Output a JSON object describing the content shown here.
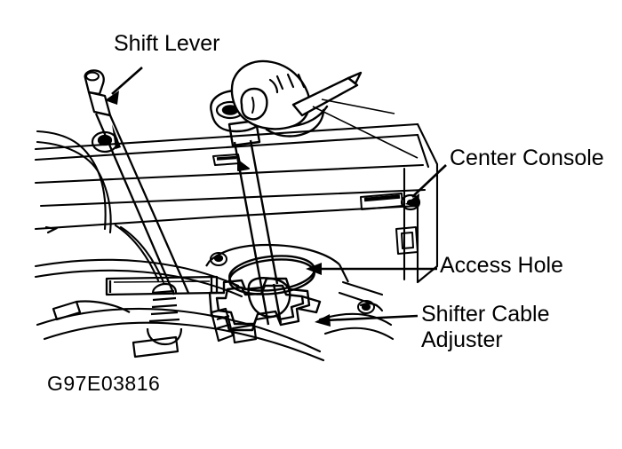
{
  "figure": {
    "type": "technical-line-drawing",
    "subject": "Manual transmission shift lever and shifter cable adjuster access through center console",
    "background_color": "#ffffff",
    "line_color": "#000000",
    "reference_code": "G97E03816"
  },
  "callouts": [
    {
      "id": "shift-lever",
      "text": "Shift Lever",
      "leader": "arrow",
      "arrow_direction": "down-left",
      "points_to": "lever knob at upper left"
    },
    {
      "id": "center-console",
      "text": "Center Console",
      "leader": "arrow",
      "arrow_direction": "down-left",
      "points_to": "console trim panel at right"
    },
    {
      "id": "access-hole",
      "text": "Access Hole",
      "leader": "arrow",
      "arrow_direction": "left",
      "points_to": "oval opening in console around shift lever"
    },
    {
      "id": "shifter-cable-adjuster",
      "text": "Shifter Cable\nAdjuster",
      "line1": "Shifter Cable",
      "line2": "Adjuster",
      "leader": "arrow",
      "arrow_direction": "left",
      "points_to": "adjuster bracket below access hole"
    }
  ],
  "icons": {
    "arrow": "arrow-icon",
    "hand": "hand-icon",
    "screwdriver": "screwdriver-icon"
  }
}
